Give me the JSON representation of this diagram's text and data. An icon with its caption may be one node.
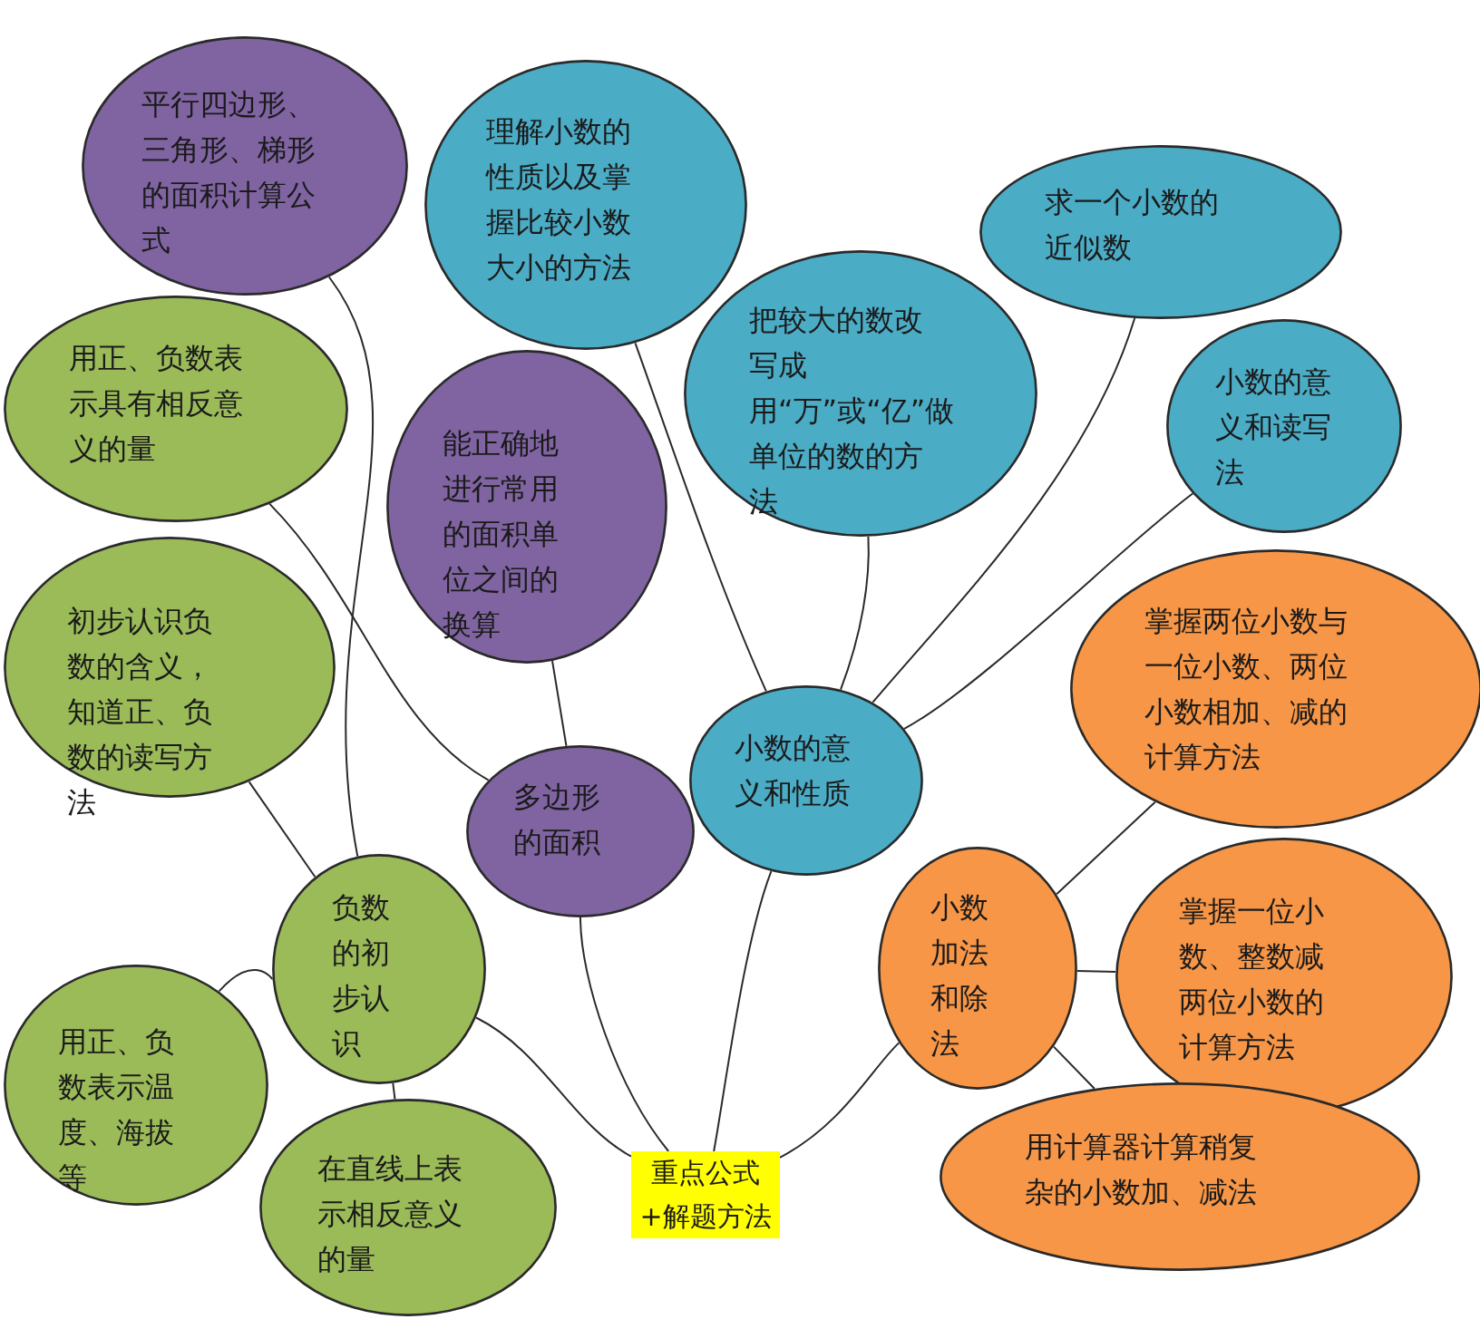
{
  "diagram": {
    "nodes": [
      {
        "text": [
          "平行四边形、三角形、梯形的面积计算公式"
        ]
      },
      {
        "text": [
          "理解小数的性质以及掌握比较小数大小的方法"
        ]
      },
      {
        "text": [
          "求一个小数的近似数"
        ]
      },
      {
        "text": [
          "用正、负数表示具有相反意义的量"
        ]
      },
      {
        "text": [
          "能正确地进行常用的面积单位之间的换算"
        ]
      },
      {
        "text": [
          "把较大的数改写成用“万”或“亿”做单位的数的方法"
        ]
      },
      {
        "text": [
          "小数的意义和读写法"
        ]
      },
      {
        "text": [
          "初步认识负数的含义，知道正、负数的读写方法"
        ]
      },
      {
        "text": [
          "掌握两位小数与一位小数、两位小数相加、减的计算方法"
        ]
      },
      {
        "text": [
          "多边形的面积"
        ]
      },
      {
        "text": [
          "小数的意义和性质"
        ]
      },
      {
        "text": [
          "负数的初步认识"
        ]
      },
      {
        "text": [
          "小数加法和除法"
        ]
      },
      {
        "text": [
          "掌握一位小数、整数减两位小数的计算方法"
        ]
      },
      {
        "text": [
          "用正、负数表示温度、海拔等"
        ]
      },
      {
        "text": [
          "在直线上表示相反意义的量"
        ]
      },
      {
        "text": [
          "用计算器计算稍复杂的小数加、减法"
        ]
      },
      {
        "text": [
          "重点公式+解题方法"
        ]
      }
    ],
    "edges": [
      {
        "from": 0,
        "to": 11,
        "arrow": "none"
      },
      {
        "from": 3,
        "to": 9,
        "arrow": "none"
      },
      {
        "from": 4,
        "to": 9,
        "arrow": "none"
      },
      {
        "from": 1,
        "to": 10,
        "arrow": "none"
      },
      {
        "from": 5,
        "to": 10,
        "arrow": "none"
      },
      {
        "from": 2,
        "to": 10,
        "arrow": "none"
      },
      {
        "from": 6,
        "to": 10,
        "arrow": "none"
      },
      {
        "from": 7,
        "to": 11,
        "arrow": "none"
      },
      {
        "from": 14,
        "to": 11,
        "arrow": "none"
      },
      {
        "from": 15,
        "to": 11,
        "arrow": "none"
      },
      {
        "from": 8,
        "to": 12,
        "arrow": "none"
      },
      {
        "from": 13,
        "to": 12,
        "arrow": "none"
      },
      {
        "from": 16,
        "to": 12,
        "arrow": "none"
      },
      {
        "from": 17,
        "to": 11,
        "arrow": "none"
      },
      {
        "from": 17,
        "to": 9,
        "arrow": "none"
      },
      {
        "from": 17,
        "to": 10,
        "arrow": "none"
      },
      {
        "from": 17,
        "to": 12,
        "arrow": "none"
      }
    ]
  }
}
